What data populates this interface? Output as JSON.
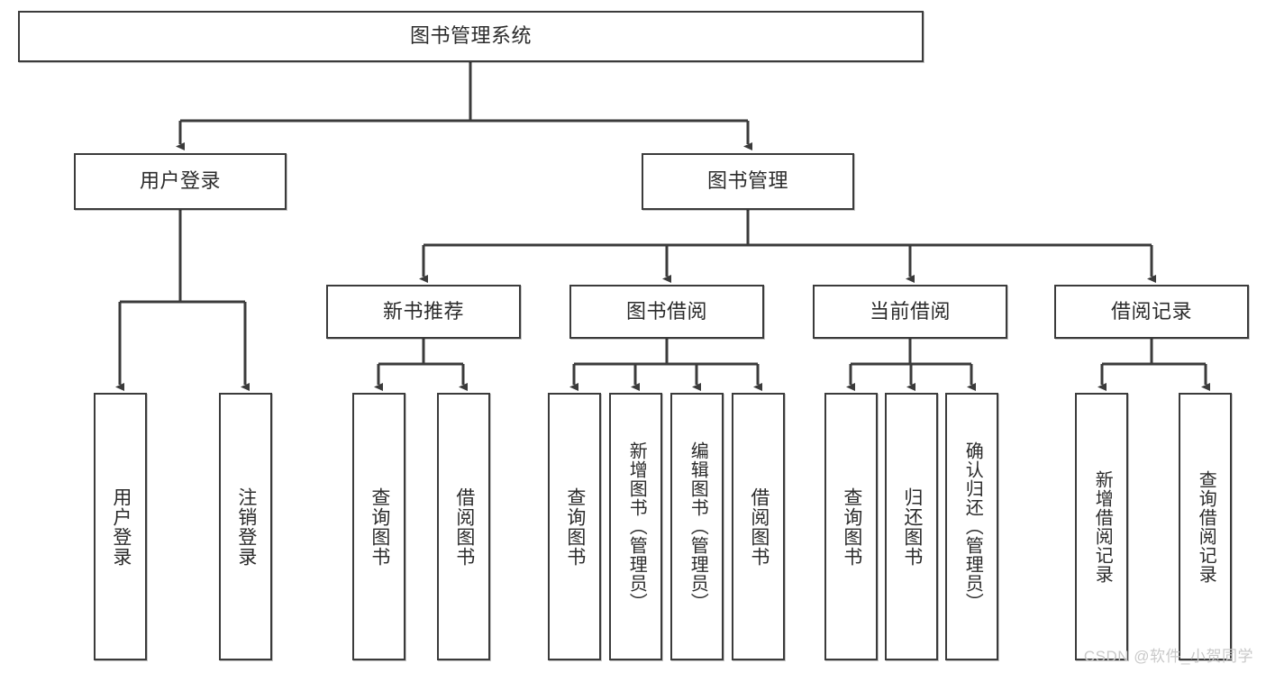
{
  "diagram": {
    "type": "tree",
    "title": "图书管理系统",
    "orientation": "top-down",
    "watermark": "CSDN @软件_小贺同学",
    "colors": {
      "box_border": "#3b3b3b",
      "box_fill": "#ffffff",
      "connector": "#3b3b3b",
      "text": "#2b2b2b",
      "watermark": "#c9c9c9",
      "background": "#ffffff"
    },
    "nodes": {
      "root": {
        "label": "图书管理系统"
      },
      "level2": [
        {
          "id": "user-login",
          "label": "用户登录"
        },
        {
          "id": "book-manage",
          "label": "图书管理"
        }
      ],
      "level3": [
        {
          "id": "new-book-recommend",
          "label": "新书推荐"
        },
        {
          "id": "book-borrow",
          "label": "图书借阅"
        },
        {
          "id": "current-borrow",
          "label": "当前借阅"
        },
        {
          "id": "borrow-record",
          "label": "借阅记录"
        }
      ],
      "leaves": {
        "user-login": [
          {
            "id": "leaf-user-login",
            "label": "用户登录"
          },
          {
            "id": "leaf-logout",
            "label": "注销登录"
          }
        ],
        "new-book-recommend": [
          {
            "id": "leaf-query-book-1",
            "label": "查询图书"
          },
          {
            "id": "leaf-borrow-book-1",
            "label": "借阅图书"
          }
        ],
        "book-borrow": [
          {
            "id": "leaf-query-book-2",
            "label": "查询图书"
          },
          {
            "id": "leaf-add-book",
            "label": "新增图书（管理员）"
          },
          {
            "id": "leaf-edit-book",
            "label": "编辑图书（管理员）"
          },
          {
            "id": "leaf-borrow-book-2",
            "label": "借阅图书"
          }
        ],
        "current-borrow": [
          {
            "id": "leaf-query-book-3",
            "label": "查询图书"
          },
          {
            "id": "leaf-return-book",
            "label": "归还图书"
          },
          {
            "id": "leaf-confirm-return",
            "label": "确认归还（管理员）"
          }
        ],
        "borrow-record": [
          {
            "id": "leaf-add-record",
            "label": "新增借阅记录"
          },
          {
            "id": "leaf-query-record",
            "label": "查询借阅记录"
          }
        ]
      }
    }
  }
}
